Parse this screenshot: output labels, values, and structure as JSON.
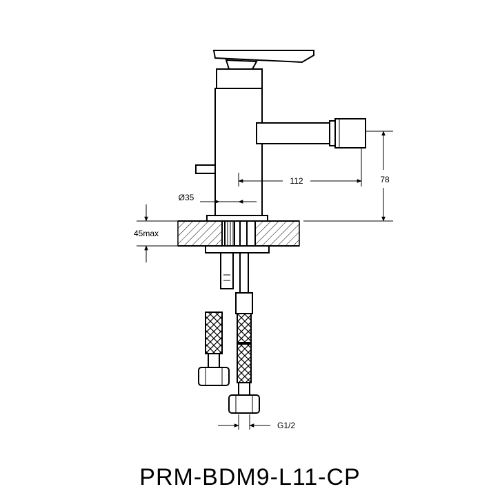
{
  "dimensions": {
    "spout_length": "112",
    "spout_height": "78",
    "body_diameter": "Ø35",
    "deck_thickness": "45max",
    "hose_thread": "G1/2"
  },
  "model_code": "PRM-BDM9-L11-CP"
}
